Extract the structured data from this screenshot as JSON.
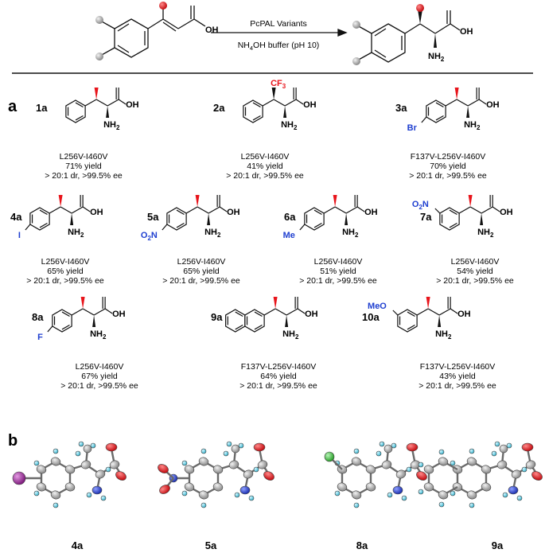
{
  "scheme": {
    "reagent_top": "PcPAL Variants",
    "reagent_bottom_pre": "NH",
    "reagent_bottom_sub": "4",
    "reagent_bottom_post": "OH buffer  (pH 10)",
    "oh": "OH",
    "nh2_main": "NH",
    "nh2_sub": "2"
  },
  "panel_a": "a",
  "panel_b": "b",
  "compounds": [
    {
      "id": "1a",
      "variant": "L256V-I460V",
      "yield": "71% yield",
      "sel": "> 20:1 dr, >99.5% ee",
      "sub": ""
    },
    {
      "id": "2a",
      "variant": "L256V-I460V",
      "yield": "41% yield",
      "sel": "> 20:1 dr, >99.5% ee",
      "sub": ""
    },
    {
      "id": "3a",
      "variant": "F137V-L256V-I460V",
      "yield": "70% yield",
      "sel": "> 20:1 dr, >99.5% ee",
      "sub": "Br"
    },
    {
      "id": "4a",
      "variant": "L256V-I460V",
      "yield": "65% yield",
      "sel": "> 20:1 dr, >99.5% ee",
      "sub": "I"
    },
    {
      "id": "5a",
      "variant": "L256V-I460V",
      "yield": "65% yield",
      "sel": "> 20:1 dr, >99.5% ee",
      "sub": "O2N"
    },
    {
      "id": "6a",
      "variant": "L256V-I460V",
      "yield": "51% yield",
      "sel": "> 20:1 dr, >99.5% ee",
      "sub": "Me"
    },
    {
      "id": "7a",
      "variant": "L256V-I460V",
      "yield": "54% yield",
      "sel": "> 20:1 dr, >99.5% ee",
      "sub": "O2N"
    },
    {
      "id": "8a",
      "variant": "L256V-I460V",
      "yield": "67% yield",
      "sel": "> 20:1 dr, >99.5% ee",
      "sub": "F"
    },
    {
      "id": "9a",
      "variant": "F137V-L256V-I460V",
      "yield": "64% yield",
      "sel": "> 20:1 dr, >99.5% ee",
      "sub": ""
    },
    {
      "id": "10a",
      "variant": "F137V-L256V-I460V",
      "yield": "43% yield",
      "sel": "> 20:1 dr, >99.5% ee",
      "sub": "MeO"
    }
  ],
  "cf3": {
    "main": "CF",
    "sub": "3"
  },
  "o2n": {
    "main": "O",
    "sub": "2",
    "post": "N"
  },
  "crystal_labels": [
    "4a",
    "5a",
    "8a",
    "9a"
  ],
  "colors": {
    "red": "#e8141b",
    "blue": "#1f3fd0",
    "grey": "#9a9a9a",
    "bond": "#111111",
    "cyan": "#5fd0e6",
    "purple": "#9b2c9a",
    "green": "#3fc63f",
    "oxygen": "#e31a1c",
    "nitrogen": "#2b3fd6"
  }
}
